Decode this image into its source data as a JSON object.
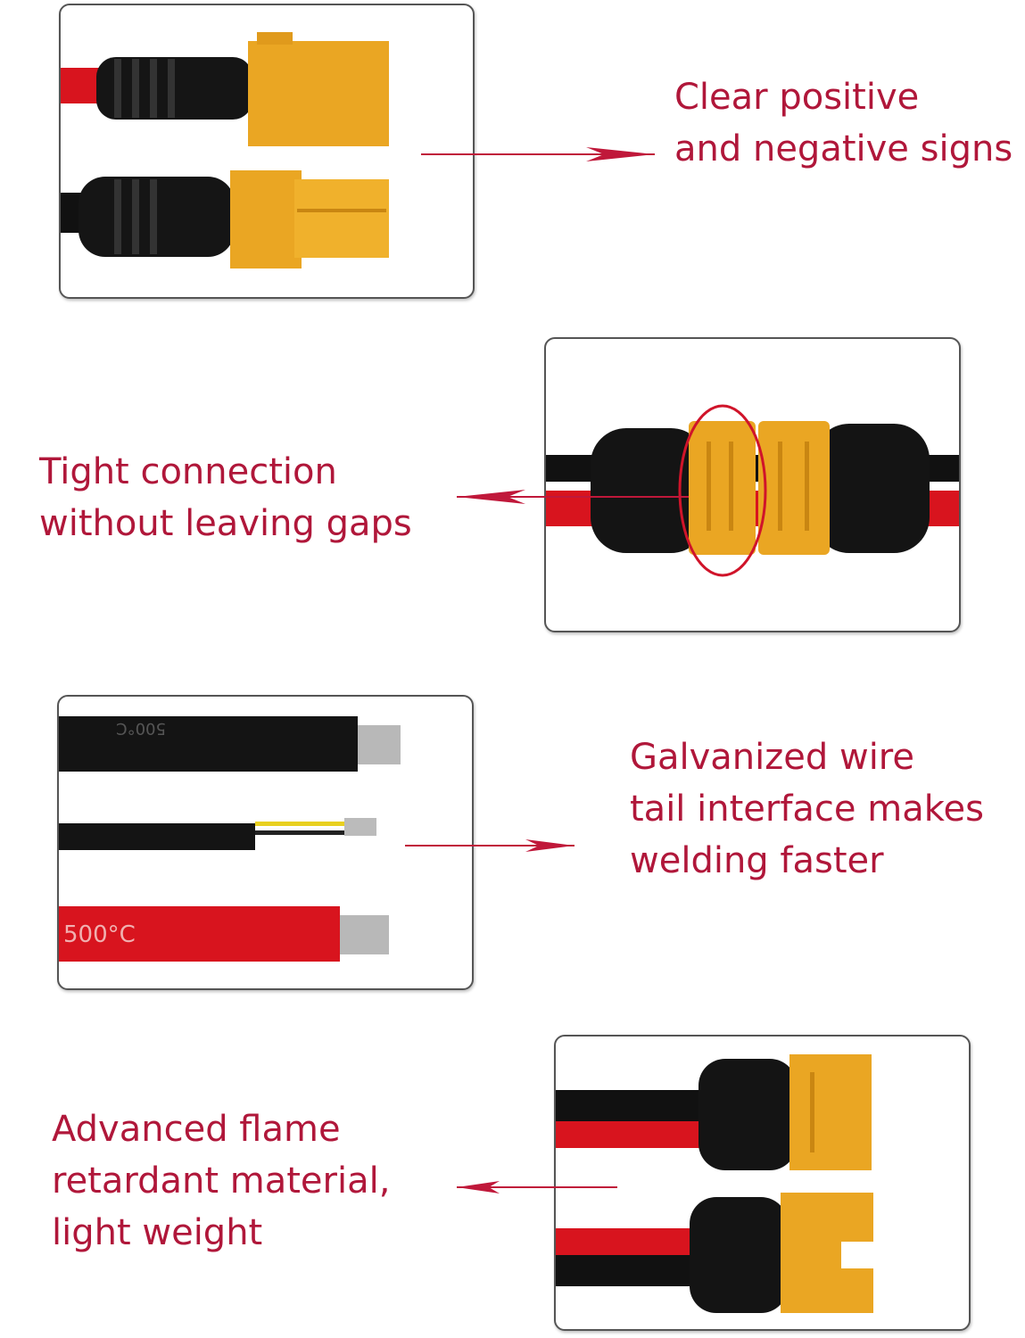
{
  "accent_color": "#b0173a",
  "features": [
    {
      "lines": [
        "Clear positive",
        "and negative signs"
      ],
      "image": "xt90-male-female-connectors",
      "arrow": "right"
    },
    {
      "lines": [
        "Tight connection",
        "without leaving gaps"
      ],
      "image": "mated-connectors-highlighted",
      "arrow": "left"
    },
    {
      "lines": [
        "Galvanized wire",
        "tail interface makes",
        "welding faster"
      ],
      "image": "tinned-wire-ends",
      "arrow": "right",
      "wire_print": [
        "500°C",
        "500°C"
      ]
    },
    {
      "lines": [
        "Advanced flame",
        "retardant material,",
        "light weight"
      ],
      "image": "connector-cable-pair",
      "arrow": "left"
    }
  ]
}
